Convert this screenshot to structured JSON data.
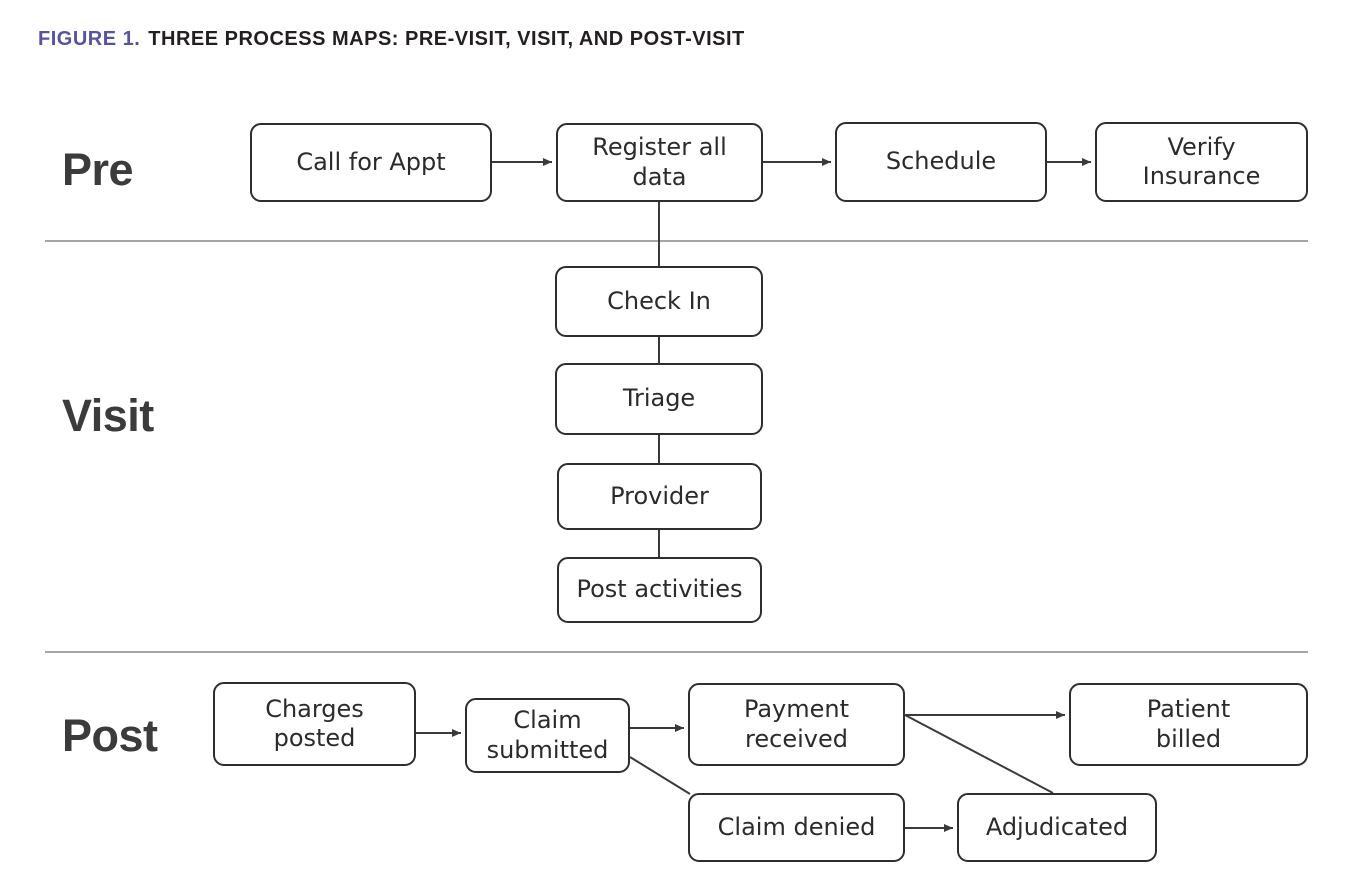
{
  "figure": {
    "label": "FIGURE 1.",
    "title": "THREE PROCESS MAPS: PRE-VISIT, VISIT, AND POST-VISIT"
  },
  "sections": {
    "pre": {
      "label": "Pre",
      "nodes": {
        "call_for_appt": "Call for Appt",
        "register_all_data": "Register all\ndata",
        "schedule": "Schedule",
        "verify_insurance": "Verify\nInsurance"
      }
    },
    "visit": {
      "label": "Visit",
      "nodes": {
        "check_in": "Check In",
        "triage": "Triage",
        "provider": "Provider",
        "post_activities": "Post activities"
      }
    },
    "post": {
      "label": "Post",
      "nodes": {
        "charges_posted": "Charges\nposted",
        "claim_submitted": "Claim\nsubmitted",
        "payment_received": "Payment\nreceived",
        "patient_billed": "Patient\nbilled",
        "claim_denied": "Claim denied",
        "adjudicated": "Adjudicated"
      }
    }
  },
  "edges": [
    {
      "from": "Call for Appt",
      "to": "Register all data",
      "arrow": true
    },
    {
      "from": "Register all data",
      "to": "Schedule",
      "arrow": true
    },
    {
      "from": "Schedule",
      "to": "Verify Insurance",
      "arrow": true
    },
    {
      "from": "Register all data",
      "to": "Check In",
      "arrow": false
    },
    {
      "from": "Check In",
      "to": "Triage",
      "arrow": false
    },
    {
      "from": "Triage",
      "to": "Provider",
      "arrow": false
    },
    {
      "from": "Provider",
      "to": "Post activities",
      "arrow": false
    },
    {
      "from": "Charges posted",
      "to": "Claim submitted",
      "arrow": true
    },
    {
      "from": "Claim submitted",
      "to": "Payment received",
      "arrow": true
    },
    {
      "from": "Payment received",
      "to": "Patient billed",
      "arrow": true
    },
    {
      "from": "Claim submitted",
      "to": "Claim denied",
      "arrow": false
    },
    {
      "from": "Claim denied",
      "to": "Adjudicated",
      "arrow": true
    },
    {
      "from": "Adjudicated",
      "to": "Payment received",
      "arrow": false
    }
  ],
  "colors": {
    "figure_label": "#5753a3",
    "title_text": "#231f20",
    "section_label": "#3b3b3b",
    "box_border": "#2e2e2e",
    "box_text": "#2b2b2b",
    "connector": "#3a3a3a",
    "divider": "#a5a5a5",
    "background": "#ffffff"
  }
}
